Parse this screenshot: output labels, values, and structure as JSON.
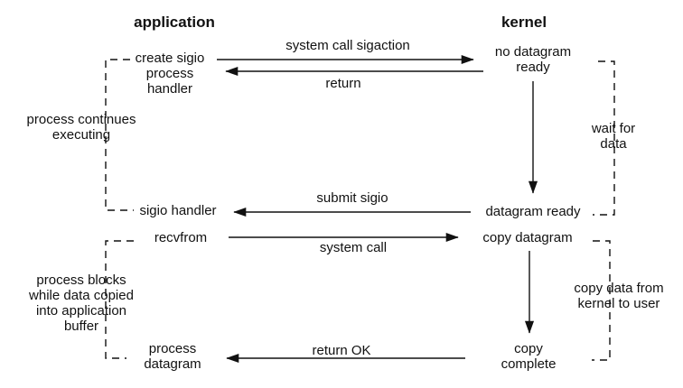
{
  "colors": {
    "ink": "#111111",
    "background": "#ffffff"
  },
  "diagram": {
    "title_semantics": "signal-driven I/O model",
    "headers": {
      "application": "application",
      "kernel": "kernel"
    },
    "application_lane": {
      "create_sigio": "create sigio\nprocess\nhandler",
      "process_continues": "process continues\nexecuting",
      "sigio_handler": "sigio handler",
      "recvfrom": "recvfrom",
      "process_blocks": "process blocks\nwhile data copied\ninto application\nbuffer",
      "process_datagram": "process\ndatagram"
    },
    "kernel_lane": {
      "no_datagram_ready": "no datagram\nready",
      "wait_for_data": "wait for\ndata",
      "datagram_ready": "datagram ready",
      "copy_datagram": "copy datagram",
      "copy_data_from_kernel": "copy data from\nkernel to user",
      "copy_complete": "copy\ncomplete"
    },
    "arrows": {
      "sigaction": "system call sigaction",
      "return": "return",
      "submit_sigio": "submit sigio",
      "system_call": "system call",
      "return_ok": "return OK"
    }
  }
}
